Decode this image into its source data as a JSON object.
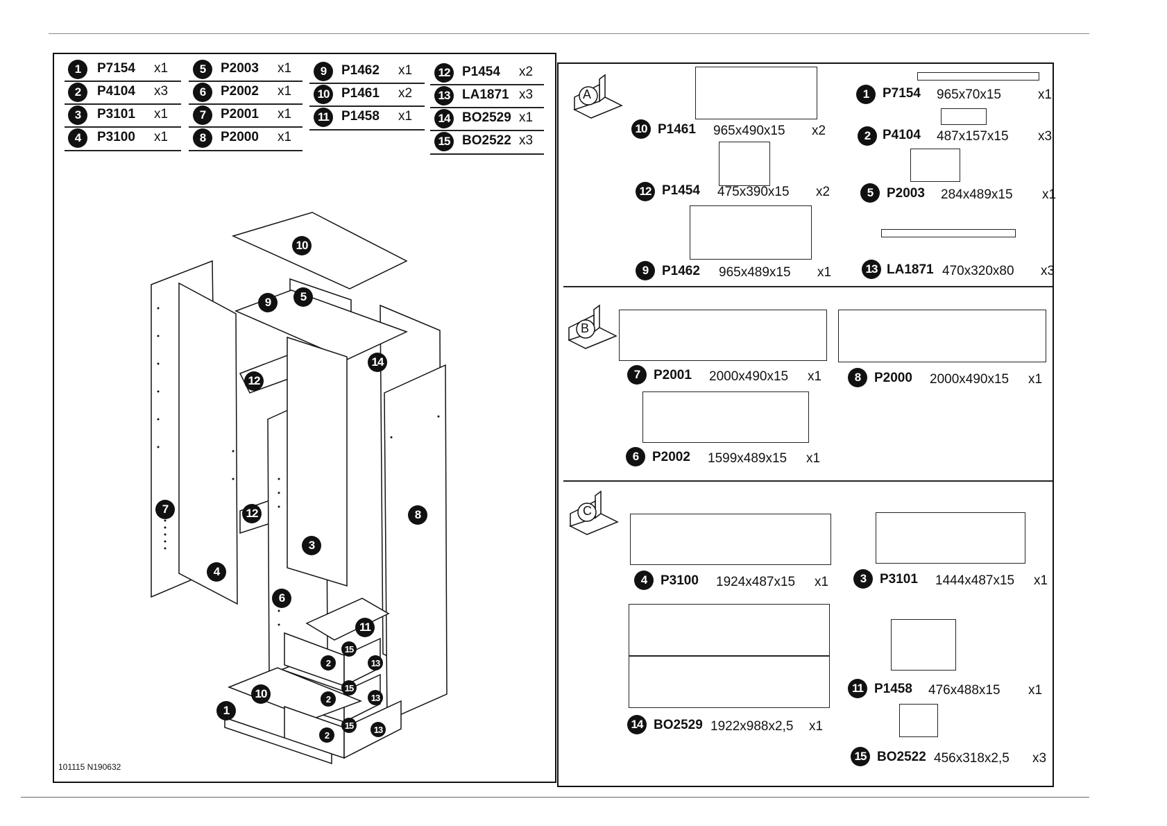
{
  "parts_list": [
    {
      "num": "1",
      "code": "P7154",
      "qty": "x1"
    },
    {
      "num": "2",
      "code": "P4104",
      "qty": "x3"
    },
    {
      "num": "3",
      "code": "P3101",
      "qty": "x1"
    },
    {
      "num": "4",
      "code": "P3100",
      "qty": "x1"
    },
    {
      "num": "5",
      "code": "P2003",
      "qty": "x1"
    },
    {
      "num": "6",
      "code": "P2002",
      "qty": "x1"
    },
    {
      "num": "7",
      "code": "P2001",
      "qty": "x1"
    },
    {
      "num": "8",
      "code": "P2000",
      "qty": "x1"
    },
    {
      "num": "9",
      "code": "P1462",
      "qty": "x1"
    },
    {
      "num": "10",
      "code": "P1461",
      "qty": "x2"
    },
    {
      "num": "11",
      "code": "P1458",
      "qty": "x1"
    },
    {
      "num": "12",
      "code": "P1454",
      "qty": "x2"
    },
    {
      "num": "13",
      "code": "LA1871",
      "qty": "x3"
    },
    {
      "num": "14",
      "code": "BO2529",
      "qty": "x1"
    },
    {
      "num": "15",
      "code": "BO2522",
      "qty": "x3"
    }
  ],
  "exploded_labels": [
    "10",
    "9",
    "5",
    "14",
    "12",
    "7",
    "4",
    "12",
    "3",
    "8",
    "6",
    "11",
    "2",
    "15",
    "13",
    "10",
    "2",
    "15",
    "13",
    "1",
    "2",
    "15",
    "13"
  ],
  "doc_id": "101115  N190632",
  "boxes": {
    "a": "A",
    "b": "B",
    "c": "C"
  },
  "sheet": [
    {
      "num": "10",
      "code": "P1461",
      "dims": "965x490x15",
      "qty": "x2"
    },
    {
      "num": "1",
      "code": "P7154",
      "dims": "965x70x15",
      "qty": "x1"
    },
    {
      "num": "2",
      "code": "P4104",
      "dims": "487x157x15",
      "qty": "x3"
    },
    {
      "num": "12",
      "code": "P1454",
      "dims": "475x390x15",
      "qty": "x2"
    },
    {
      "num": "5",
      "code": "P2003",
      "dims": "284x489x15",
      "qty": "x1"
    },
    {
      "num": "9",
      "code": "P1462",
      "dims": "965x489x15",
      "qty": "x1"
    },
    {
      "num": "13",
      "code": "LA1871",
      "dims": "470x320x80",
      "qty": "x3"
    },
    {
      "num": "7",
      "code": "P2001",
      "dims": "2000x490x15",
      "qty": "x1"
    },
    {
      "num": "8",
      "code": "P2000",
      "dims": "2000x490x15",
      "qty": "x1"
    },
    {
      "num": "6",
      "code": "P2002",
      "dims": "1599x489x15",
      "qty": "x1"
    },
    {
      "num": "4",
      "code": "P3100",
      "dims": "1924x487x15",
      "qty": "x1"
    },
    {
      "num": "3",
      "code": "P3101",
      "dims": "1444x487x15",
      "qty": "x1"
    },
    {
      "num": "11",
      "code": "P1458",
      "dims": "476x488x15",
      "qty": "x1"
    },
    {
      "num": "14",
      "code": "BO2529",
      "dims": "1922x988x2,5",
      "qty": "x1"
    },
    {
      "num": "15",
      "code": "BO2522",
      "dims": "456x318x2,5",
      "qty": "x3"
    }
  ]
}
